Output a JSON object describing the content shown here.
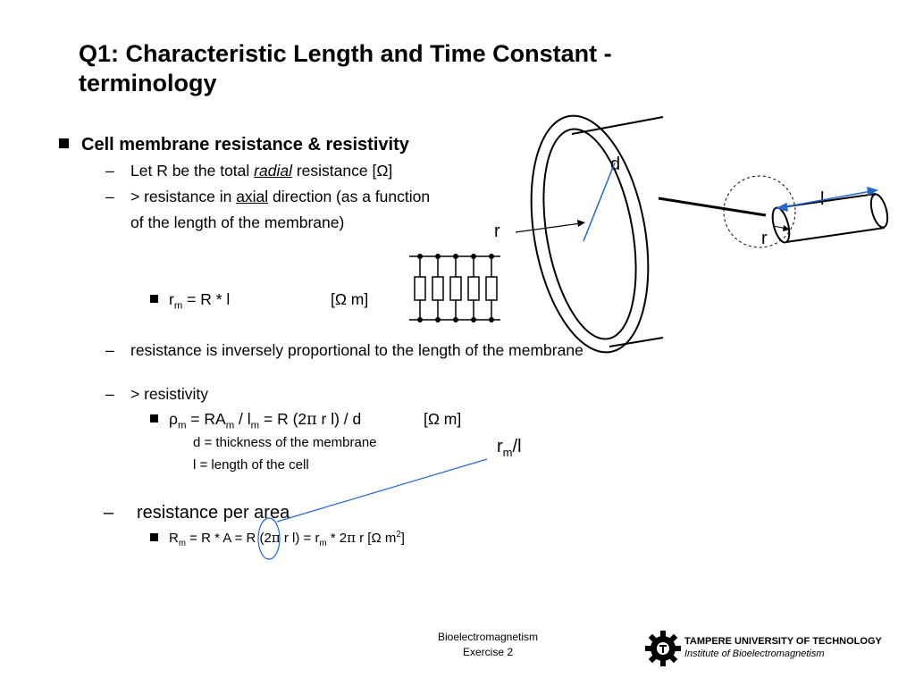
{
  "title": {
    "line1": "Q1: Characteristic Length and Time Constant -",
    "line2": "terminology"
  },
  "bullets": {
    "cell_membrane": "Cell membrane resistance & resistivity",
    "dash": "–",
    "radial_pre": "Let R be the total ",
    "radial_word": "radial",
    "radial_post": " resistance [Ω]",
    "axial_pre": "> resistance in ",
    "axial_word": "axial",
    "axial_post": " direction (as a function",
    "axial_line2": "of the length of the membrane)",
    "rm_r": "r",
    "rm_sub": "m",
    "rm_rest": " = R * l",
    "rm_unit": "[Ω m]",
    "inverse": "resistance is inversely proportional to the length of the membrane",
    "resistivity": "> resistivity",
    "rho_a": "ρ",
    "rho_sub1": "m",
    "rho_b": " = RA",
    "rho_sub2": "m",
    "rho_c": " / l",
    "rho_sub3": "m",
    "rho_d": " = R (2",
    "rho_pi": "π",
    "rho_e": " r l) / d",
    "rho_unit": "[Ω m]",
    "d_def": "d = thickness of the membrane",
    "l_def": "l  = length of the cell",
    "per_area": "resistance per area",
    "Rm_a": "R",
    "Rm_sub1": "m",
    "Rm_b": " = R * A = R (2",
    "Rm_pi1": "π",
    "Rm_c": " r l) = r",
    "Rm_sub2": "m",
    "Rm_d": " * 2",
    "Rm_pi2": "π",
    "Rm_e": " r [Ω m",
    "Rm_sup": "2",
    "Rm_f": "]"
  },
  "diagram": {
    "label_d": "d",
    "label_r": "r",
    "label_r2": "r",
    "label_l": "l",
    "label_rm_r": "r",
    "label_rm_sub": "m",
    "label_rm_l": "/l"
  },
  "footer": {
    "course": "Bioelectromagnetism",
    "exercise": "Exercise 2",
    "university": "TAMPERE UNIVERSITY OF TECHNOLOGY",
    "institute": "Institute of Bioelectromagnetism"
  },
  "colors": {
    "accent_blue": "#2266cc"
  }
}
